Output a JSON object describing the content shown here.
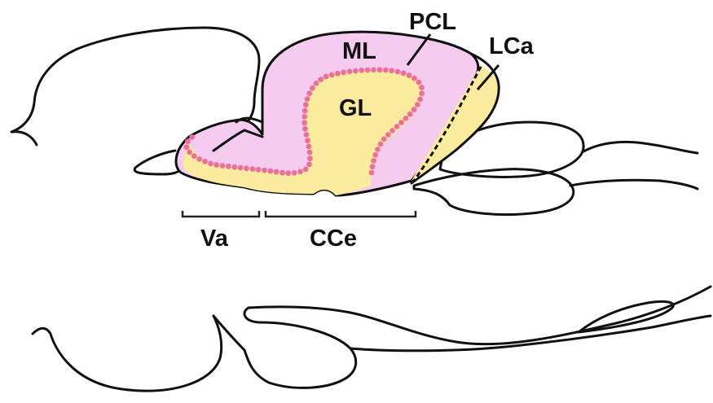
{
  "labels": {
    "ml": "ML",
    "pcl": "PCL",
    "lca": "LCa",
    "gl": "GL",
    "va": "Va",
    "cce": "CCe"
  },
  "colors": {
    "molecular_layer": "#f5cbf0",
    "granular_layer": "#fbeb9f",
    "purkinje_dots": "#e8729a",
    "outline": "#111111"
  }
}
